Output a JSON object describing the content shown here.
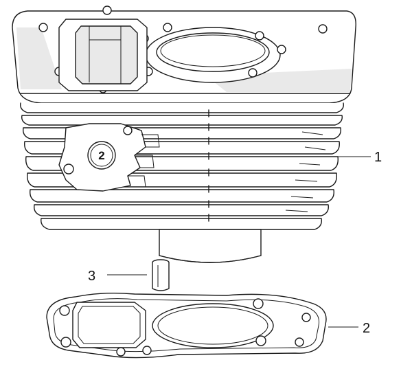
{
  "callouts": [
    {
      "id": "1",
      "label": "1"
    },
    {
      "id": "2",
      "label": "2"
    },
    {
      "id": "3",
      "label": "3"
    }
  ],
  "badge": {
    "label": "2"
  },
  "colors": {
    "ink": "#1a1a1a",
    "shade": "#e9e9e9",
    "background": "#ffffff"
  }
}
